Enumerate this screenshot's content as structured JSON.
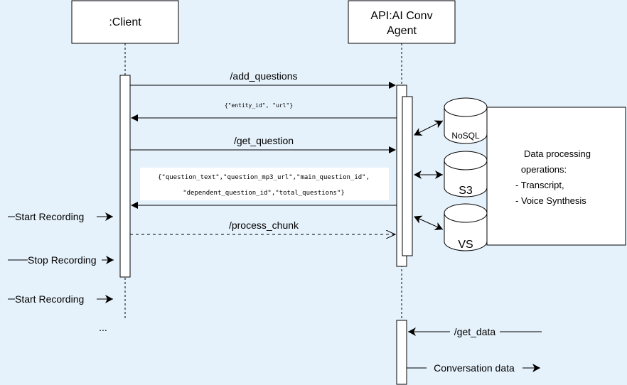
{
  "participants": {
    "client": ":Client",
    "agent_line1": "API:AI Conv",
    "agent_line2": "Agent"
  },
  "messages": {
    "add_questions": "/add_questions",
    "add_questions_response": "{\"entity_id\", \"url\"}",
    "get_question": "/get_question",
    "get_question_response_line1": "{\"question_text\",\"question_mp3_url\",\"main_question_id\",",
    "get_question_response_line2": "\"dependent_question_id\",\"total_questions\"}",
    "process_chunk": "/process_chunk",
    "get_data": "/get_data",
    "conversation_data": "Conversation data"
  },
  "events": {
    "start_recording_1": "Start Recording",
    "stop_recording": "Stop Recording",
    "start_recording_2": "Start Recording",
    "ellipsis": "..."
  },
  "datastores": {
    "nosql": "NoSQL",
    "s3": "S3",
    "vs": "VS"
  },
  "note": {
    "line1": "Data processing",
    "line2": "operations:",
    "line3": "- Transcript,",
    "line4": "- Voice Synthesis"
  }
}
